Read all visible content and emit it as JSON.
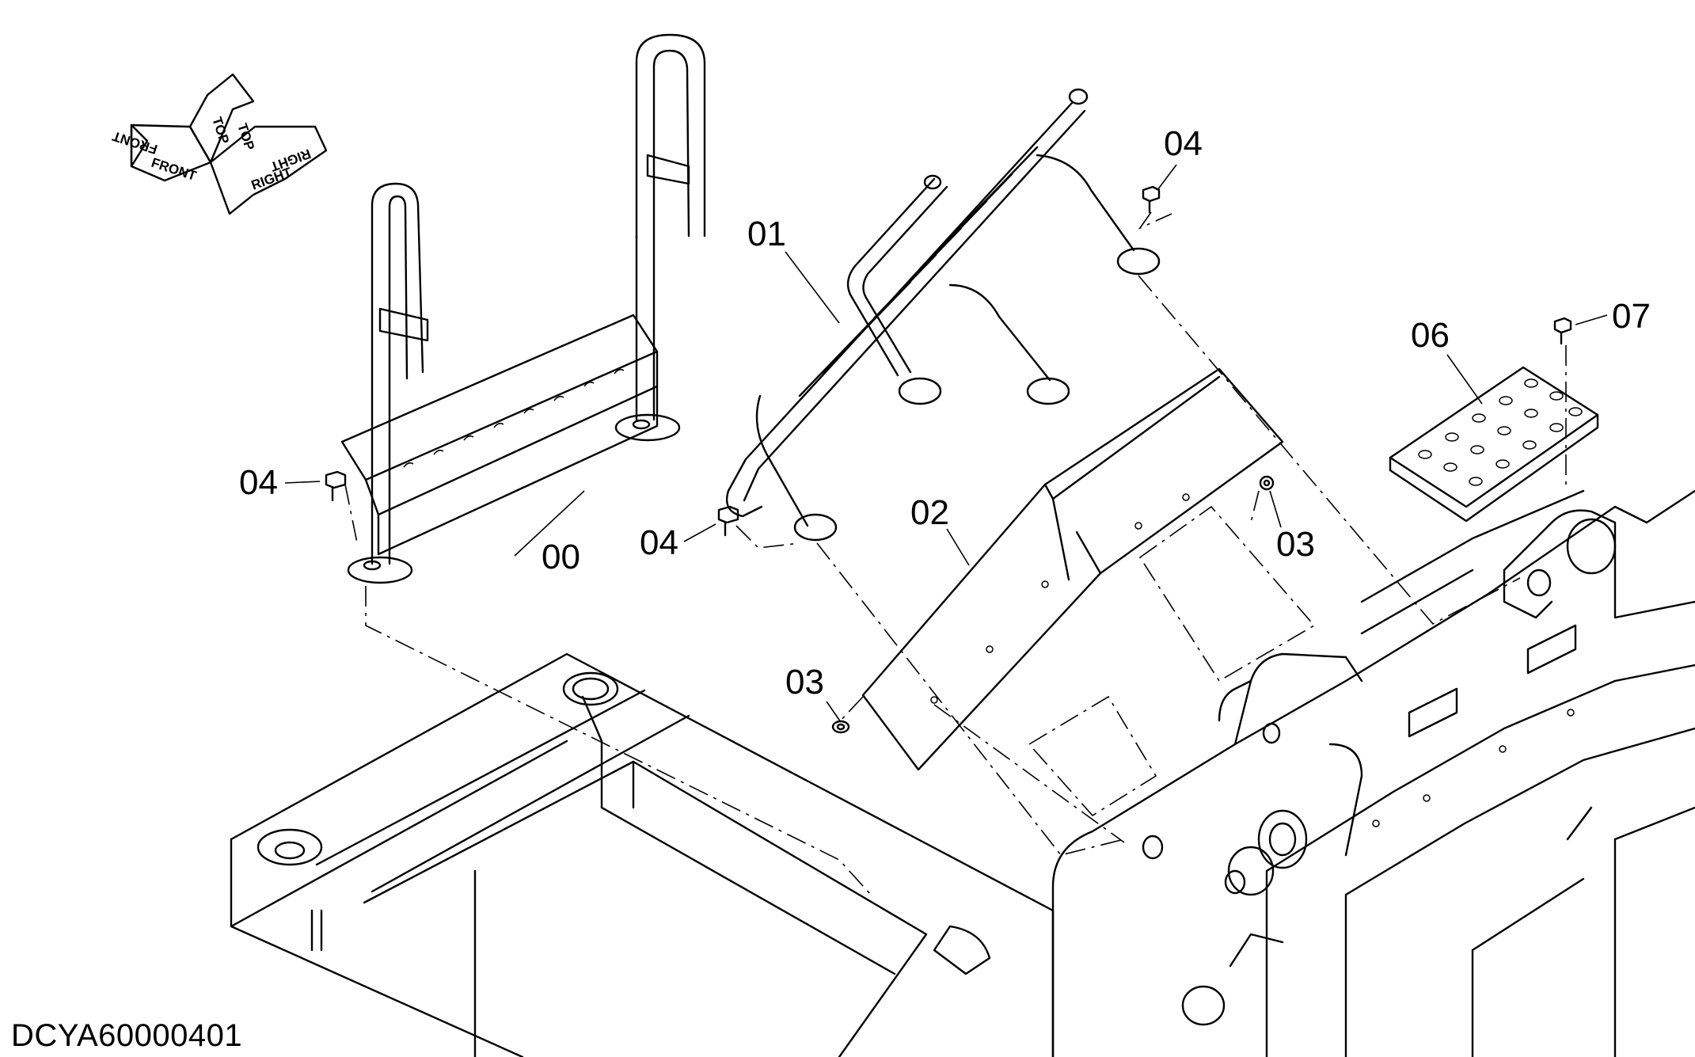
{
  "drawing_code": "DCYA60000401",
  "orientation": {
    "front": "FRONT",
    "top": "TOP",
    "right": "RIGHT"
  },
  "callouts": {
    "c00": "00",
    "c01": "01",
    "c02": "02",
    "c03a": "03",
    "c03b": "03",
    "c04a": "04",
    "c04b": "04",
    "c04c": "04",
    "c06": "06",
    "c07": "07"
  }
}
